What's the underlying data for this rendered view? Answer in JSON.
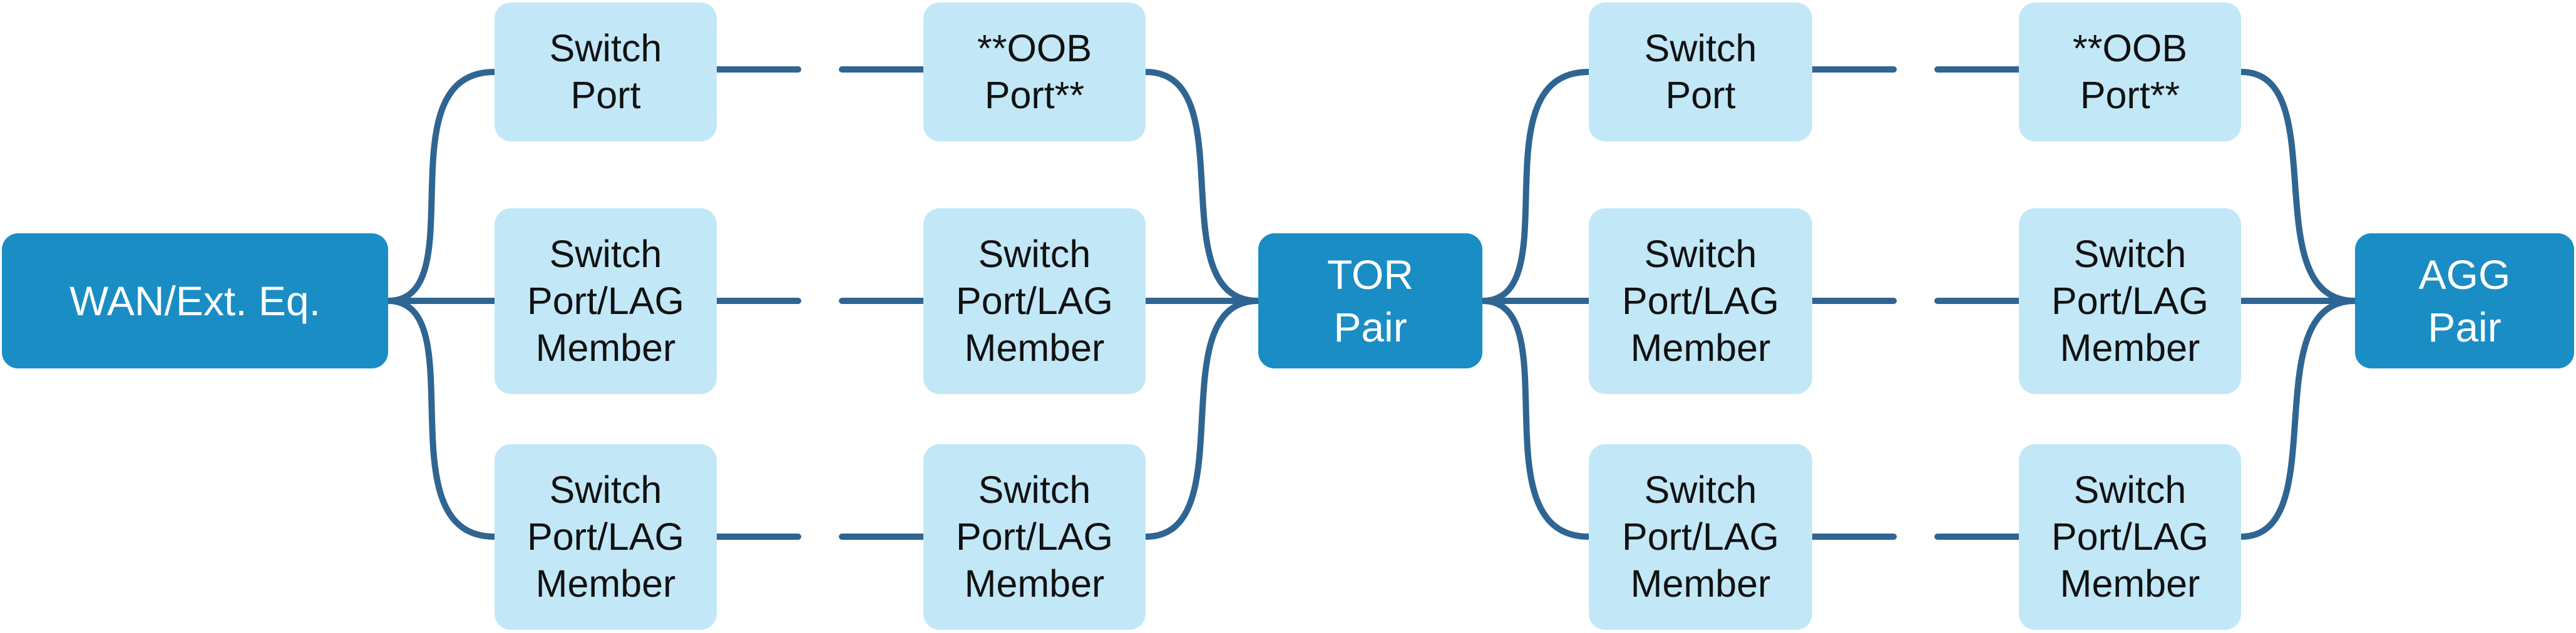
{
  "diagram": {
    "colors": {
      "hub_fill": "#1a8dc4",
      "hub_text": "#ffffff",
      "port_fill": "#c2e8f8",
      "port_text": "#111111",
      "connector": "#2f6592"
    },
    "hubs": {
      "wan": "WAN/Ext. Eq.",
      "tor": "TOR\nPair",
      "agg": "AGG\nPair"
    },
    "segment_a": {
      "left_ports": [
        "Switch\nPort",
        "Switch\nPort/LAG\nMember",
        "Switch\nPort/LAG\nMember"
      ],
      "right_ports": [
        "**OOB\nPort**",
        "Switch\nPort/LAG\nMember",
        "Switch\nPort/LAG\nMember"
      ]
    },
    "segment_b": {
      "left_ports": [
        "Switch\nPort",
        "Switch\nPort/LAG\nMember",
        "Switch\nPort/LAG\nMember"
      ],
      "right_ports": [
        "**OOB\nPort**",
        "Switch\nPort/LAG\nMember",
        "Switch\nPort/LAG\nMember"
      ]
    },
    "link_style": "dashed"
  }
}
